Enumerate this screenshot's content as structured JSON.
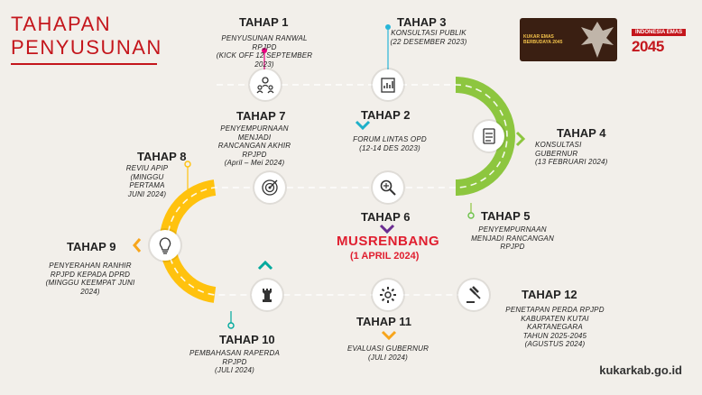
{
  "title": {
    "line1": "TAHAPAN",
    "line2": "PENYUSUNAN"
  },
  "logo": {
    "kukar_text_line1": "KUKAR EMAS",
    "kukar_text_line2": "BERBUDAYA 2045",
    "indonesia_top": "INDONESIA EMAS",
    "indonesia_big": "2045"
  },
  "stages": [
    {
      "id": 1,
      "label": "TAHAP 1",
      "desc": [
        "PENYUSUNAN RANWAL",
        "RPJPD",
        "(KICK OFF 12 SEPTEMBER",
        "2023)"
      ],
      "icon": "people-money-icon"
    },
    {
      "id": 2,
      "label": "TAHAP 2",
      "desc": [
        "FORUM LINTAS OPD",
        "(12-14 DES 2023)"
      ]
    },
    {
      "id": 3,
      "label": "TAHAP 3",
      "desc": [
        "KONSULTASI PUBLIK",
        "(22 DESEMBER 2023)"
      ],
      "icon": "chart-report-icon"
    },
    {
      "id": 4,
      "label": "TAHAP 4",
      "desc": [
        "KONSULTASI",
        "GUBERNUR",
        "(13 FEBRUARI 2024)"
      ],
      "icon": "checklist-icon"
    },
    {
      "id": 5,
      "label": "TAHAP 5",
      "desc": [
        "PENYEMPURNAAN",
        "MENJADI RANCANGAN",
        "RPJPD"
      ],
      "icon": "search-icon"
    },
    {
      "id": 6,
      "label": "TAHAP 6",
      "desc": []
    },
    {
      "id": 7,
      "label": "TAHAP 7",
      "desc": [
        "PENYEMPURNAAN",
        "MENJADI",
        "RANCANGAN AKHIR",
        "RPJPD",
        "(April – Mei 2024)"
      ],
      "icon": "target-icon"
    },
    {
      "id": 8,
      "label": "TAHAP 8",
      "desc": [
        "REVIU APIP",
        "(MINGGU",
        "PERTAMA",
        "JUNI 2024)"
      ]
    },
    {
      "id": 9,
      "label": "TAHAP 9",
      "desc": [
        "PENYERAHAN RANHIR",
        "RPJPD KEPADA DPRD",
        "(MINGGU KEEMPAT JUNI",
        "2024)"
      ],
      "icon": "lightbulb-icon"
    },
    {
      "id": 10,
      "label": "TAHAP 10",
      "desc": [
        "PEMBAHASAN RAPERDA",
        "RPJPD",
        "(JULI 2024)"
      ],
      "icon": "chess-rook-icon"
    },
    {
      "id": 11,
      "label": "TAHAP 11",
      "desc": [
        "EVALUASI GUBERNUR",
        "(JULI 2024)"
      ],
      "icon": "gear-icon"
    },
    {
      "id": 12,
      "label": "TAHAP 12",
      "desc": [
        "PENETAPAN PERDA RPJPD",
        "KABUPATEN KUTAI",
        "KARTANEGARA",
        "TAHUN 2025-2045",
        "(AGUSTUS 2024)"
      ],
      "icon": "gavel-icon"
    }
  ],
  "musrenbang": {
    "title": "MUSRENBANG",
    "date": "(1 APRIL 2024)"
  },
  "footer": {
    "site": "kukarkab.go.id"
  },
  "colors": {
    "accent_red": "#c4161c",
    "row1": "#29b6d8",
    "row1_end": "#6cc24a",
    "curve_right": "#8dc63f",
    "row2": "#6a2c91",
    "row2_start": "#e6007e",
    "curve_left": "#ffc20e",
    "row3": "#00a99d",
    "row3_end": "#1f6db5"
  }
}
